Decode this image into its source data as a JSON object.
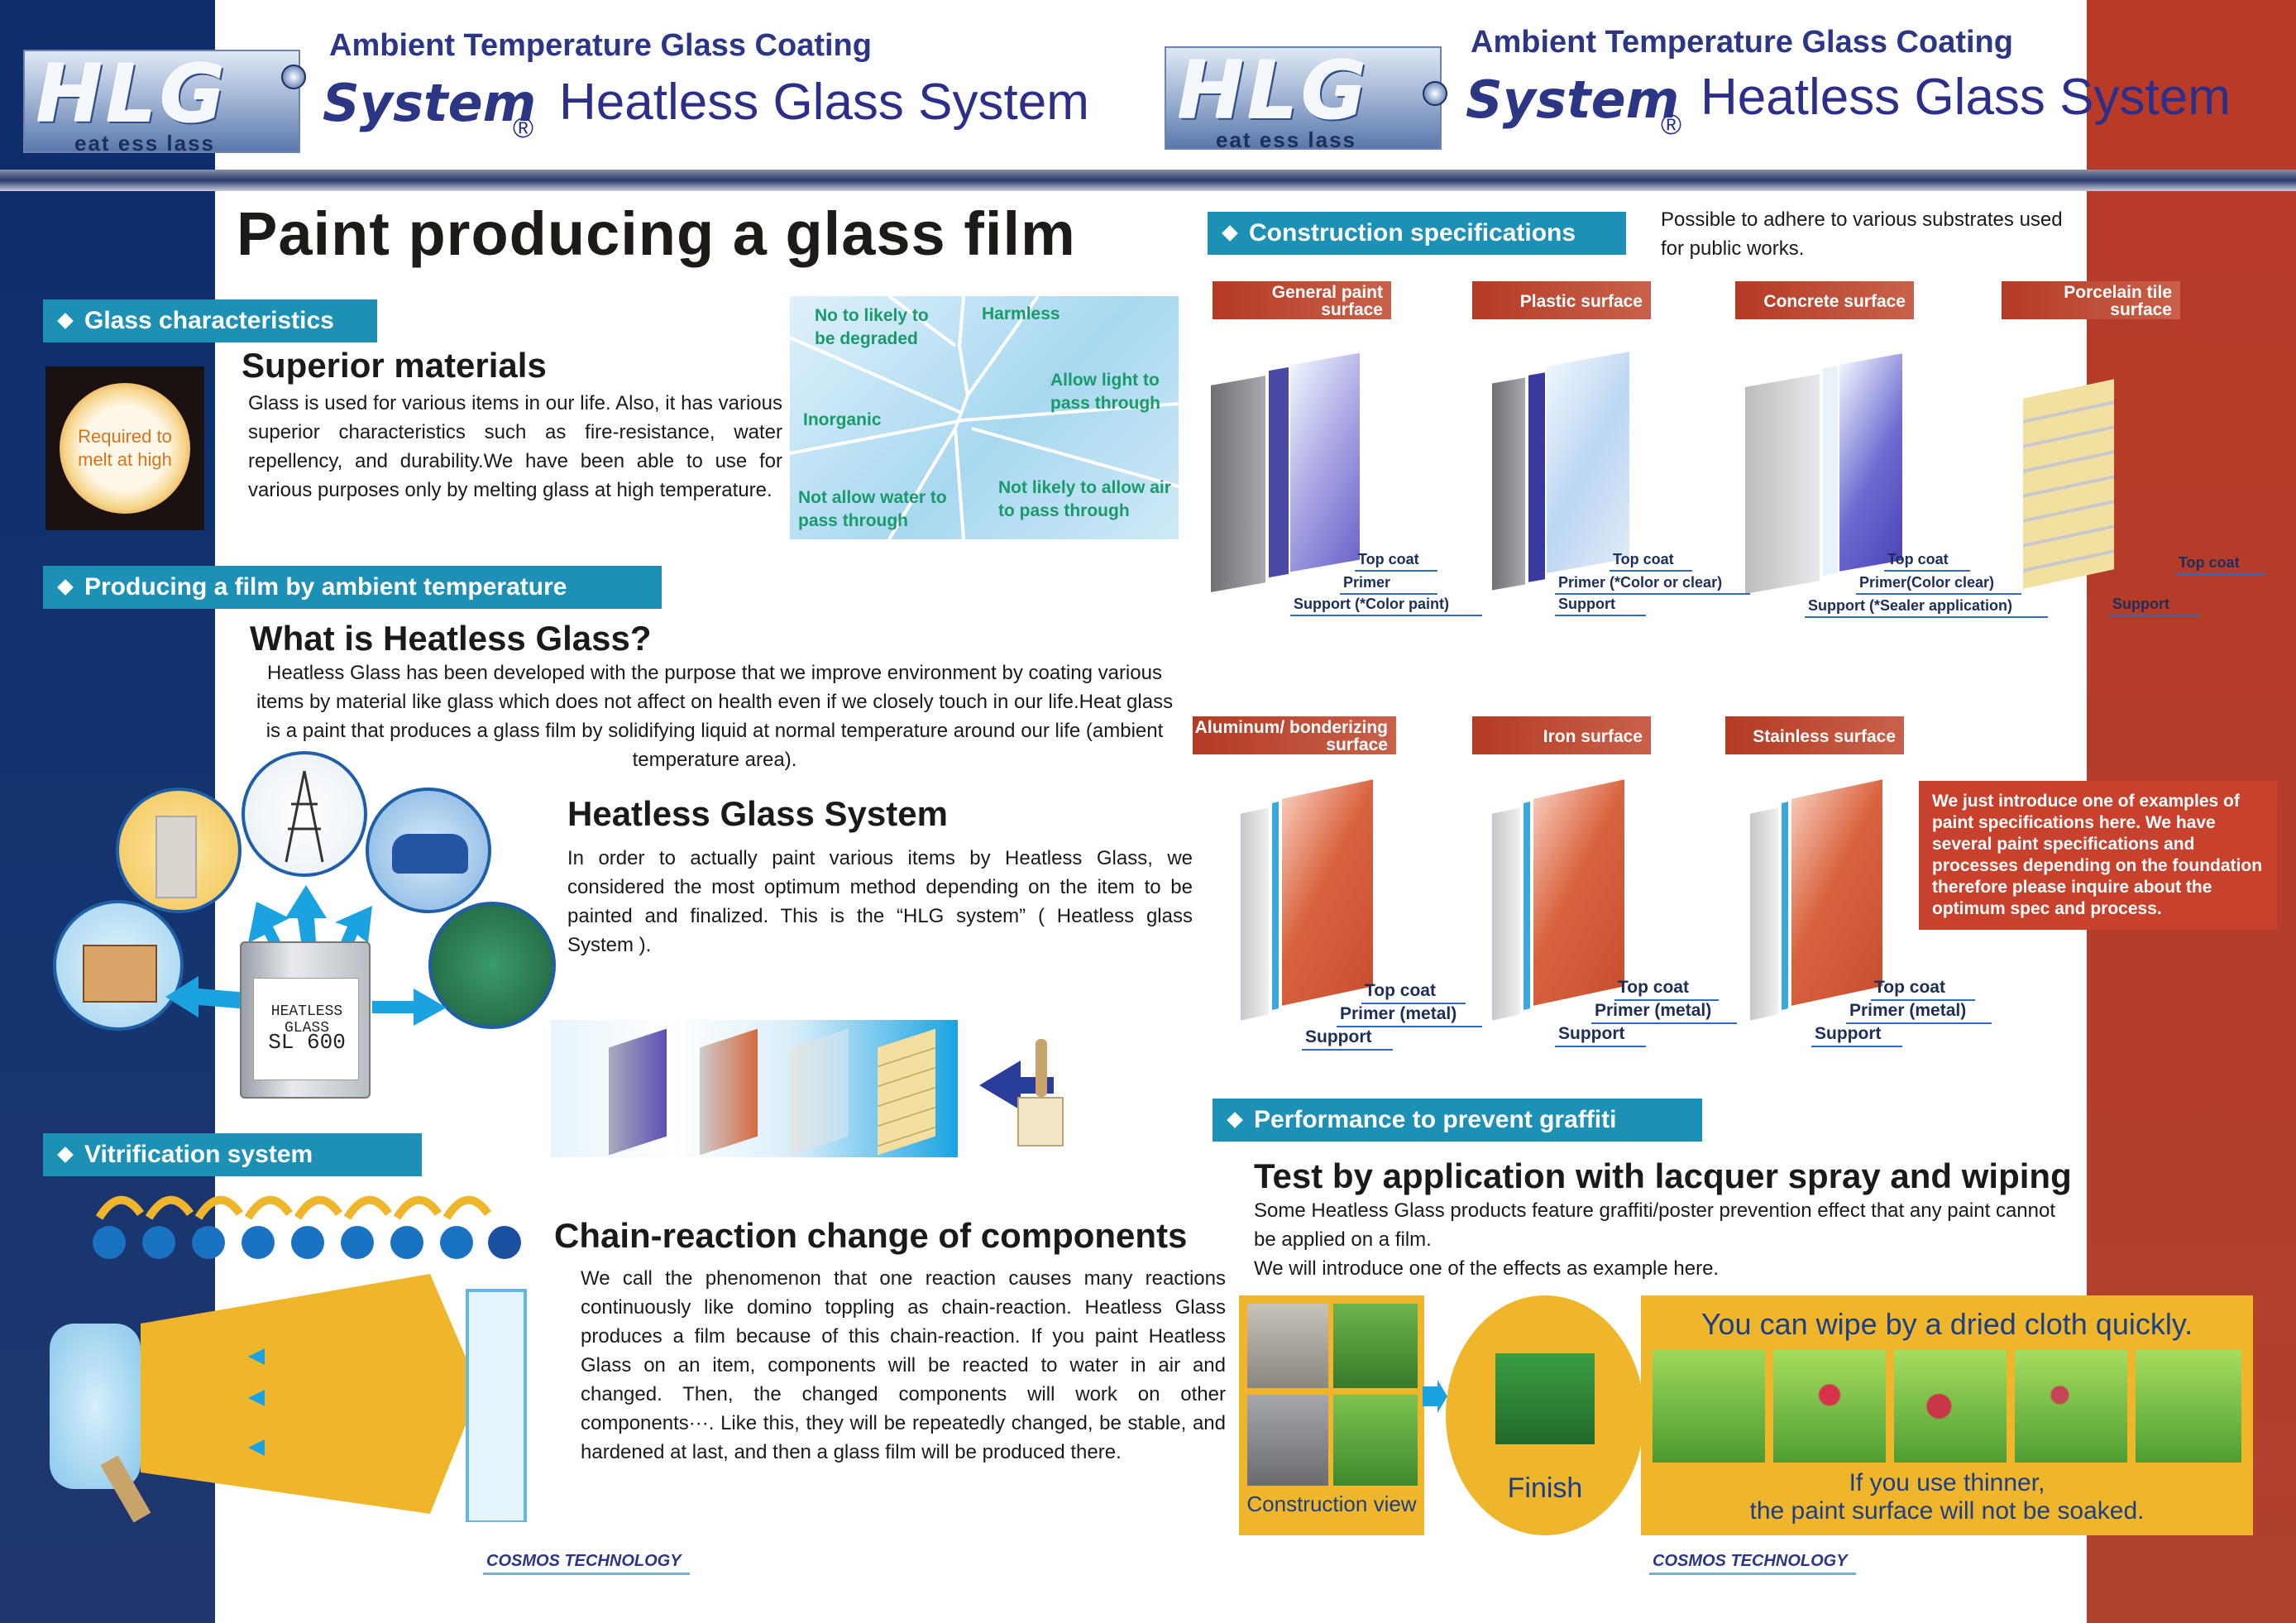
{
  "header": {
    "tagline": "Ambient Temperature Glass Coating",
    "logo_text": "HLG",
    "logo_sub": "eat  ess  lass",
    "system_word": "System",
    "product_title": "Heatless Glass System",
    "registered": "®"
  },
  "main_title": "Paint producing a glass film",
  "glass_characteristics": {
    "bar": "Glass characteristics",
    "heading": "Superior materials",
    "badge": "Required to melt at high",
    "body": "Glass is used for various items in our life. Also, it has various superior characteristics such as fire-resistance, water repellency, and durability.We have been able to use for various purposes only by melting glass at high temperature.",
    "glass_labels": [
      "No to likely to be degraded",
      "Harmless",
      "Allow light to pass through",
      "Inorganic",
      "Not allow water to pass through",
      "Not likely to allow air to pass through"
    ]
  },
  "producing_film": {
    "bar": "Producing a film by ambient temperature",
    "heading": "What is Heatless Glass?",
    "body": "Heatless Glass has been developed with the purpose that we improve environment by coating various items by material like glass which does not affect on health even if we closely touch in our life.Heat glass is a paint that produces a glass film by solidifying liquid at normal temperature around our life (ambient temperature area).",
    "can_label_1": "HEATLESS GLASS",
    "can_label_2": "SL 600",
    "system_heading": "Heatless Glass System",
    "system_body": "In order to actually paint various items by Heatless Glass, we considered the most optimum method depending on the item to be painted and finalized. This is the “HLG system” ( Heatless glass System )."
  },
  "vitrification": {
    "bar": "Vitrification system",
    "heading": "Chain-reaction change of components",
    "body": "We call the phenomenon that one reaction causes many reactions continuously like domino toppling as chain-reaction. Heatless Glass produces a film because of this chain-reaction. If you paint Heatless Glass on an item, components will be reacted to water in air and changed. Then, the changed components will work on other components···. Like this, they will be repeatedly changed, be stable, and hardened at last, and then a glass film will be produced there."
  },
  "construction": {
    "bar": "Construction specifications",
    "note": "Possible to adhere to various substrates used for public works.",
    "specs_row1": [
      {
        "tag": "General paint surface",
        "labels": [
          "Top coat",
          "Primer",
          "Support (*Color paint)"
        ]
      },
      {
        "tag": "Plastic surface",
        "labels": [
          "Top coat",
          "Primer (*Color or clear)",
          "Support"
        ]
      },
      {
        "tag": "Concrete surface",
        "labels": [
          "Top coat",
          "Primer(Color clear)",
          "Support (*Sealer application)"
        ]
      },
      {
        "tag": "Porcelain tile surface",
        "labels": [
          "Top coat",
          "Support"
        ]
      }
    ],
    "specs_row2": [
      {
        "tag": "Aluminum/ bonderizing surface",
        "labels": [
          "Top coat",
          "Primer (metal)",
          "Support"
        ]
      },
      {
        "tag": "Iron surface",
        "labels": [
          "Top coat",
          "Primer (metal)",
          "Support"
        ]
      },
      {
        "tag": "Stainless surface",
        "labels": [
          "Top coat",
          "Primer (metal)",
          "Support"
        ]
      }
    ],
    "callout": "We just introduce one of examples of paint specifications here. We have several paint specifications and processes depending on the foundation therefore please inquire about the optimum spec and process."
  },
  "graffiti": {
    "bar": "Performance to prevent graffiti",
    "heading": "Test by application with lacquer spray and wiping",
    "body_1": "Some Heatless Glass products feature graffiti/poster prevention effect that any paint cannot be applied on a film.",
    "body_2": "We will introduce one of the effects as example here.",
    "construction_view": "Construction view",
    "finish": "Finish",
    "wipe_title": "You can wipe by a dried cloth quickly.",
    "thinner_1": "If you use thinner,",
    "thinner_2": "the paint surface will not be soaked."
  },
  "footer": {
    "brand": "COSMOS TECHNOLOGY"
  },
  "colors": {
    "navy": "#0d2d6b",
    "red": "#b83a27",
    "teal": "#1c90b5",
    "gold": "#f0b62b",
    "blue_title": "#2b3784"
  }
}
